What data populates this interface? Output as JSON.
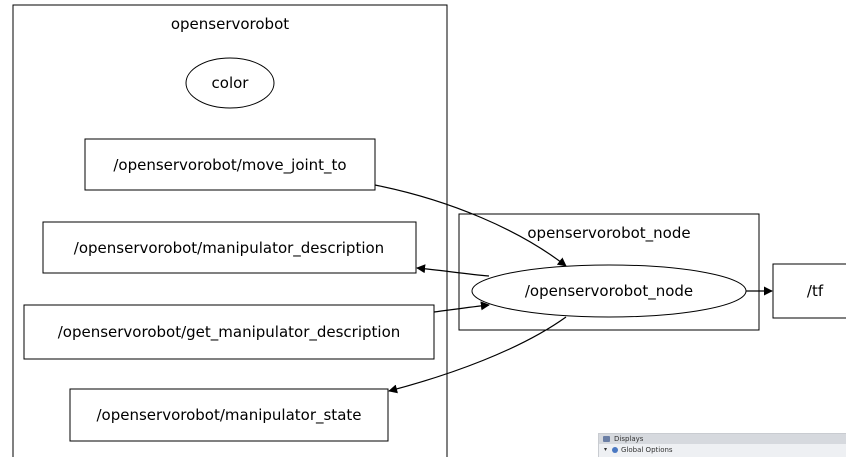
{
  "cluster_openservorobot": {
    "label": "openservorobot"
  },
  "cluster_node": {
    "label": "openservorobot_node"
  },
  "nodes": {
    "color": "color",
    "move_joint_to": "/openservorobot/move_joint_to",
    "manipulator_description": "/openservorobot/manipulator_description",
    "get_manipulator_description": "/openservorobot/get_manipulator_description",
    "manipulator_state": "/openservorobot/manipulator_state",
    "openservorobot_node": "/openservorobot_node",
    "tf": "/tf"
  },
  "edges": [
    {
      "from": "move_joint_to",
      "to": "openservorobot_node"
    },
    {
      "from": "openservorobot_node",
      "to": "manipulator_description"
    },
    {
      "from": "get_manipulator_description",
      "to": "openservorobot_node"
    },
    {
      "from": "openservorobot_node",
      "to": "manipulator_state"
    },
    {
      "from": "openservorobot_node",
      "to": "tf"
    }
  ],
  "rviz_panel": {
    "title": "Displays",
    "row_expander": "▾",
    "row_label": "Global Options",
    "title_icon": "displays-icon",
    "row_icon": "globe-icon"
  }
}
